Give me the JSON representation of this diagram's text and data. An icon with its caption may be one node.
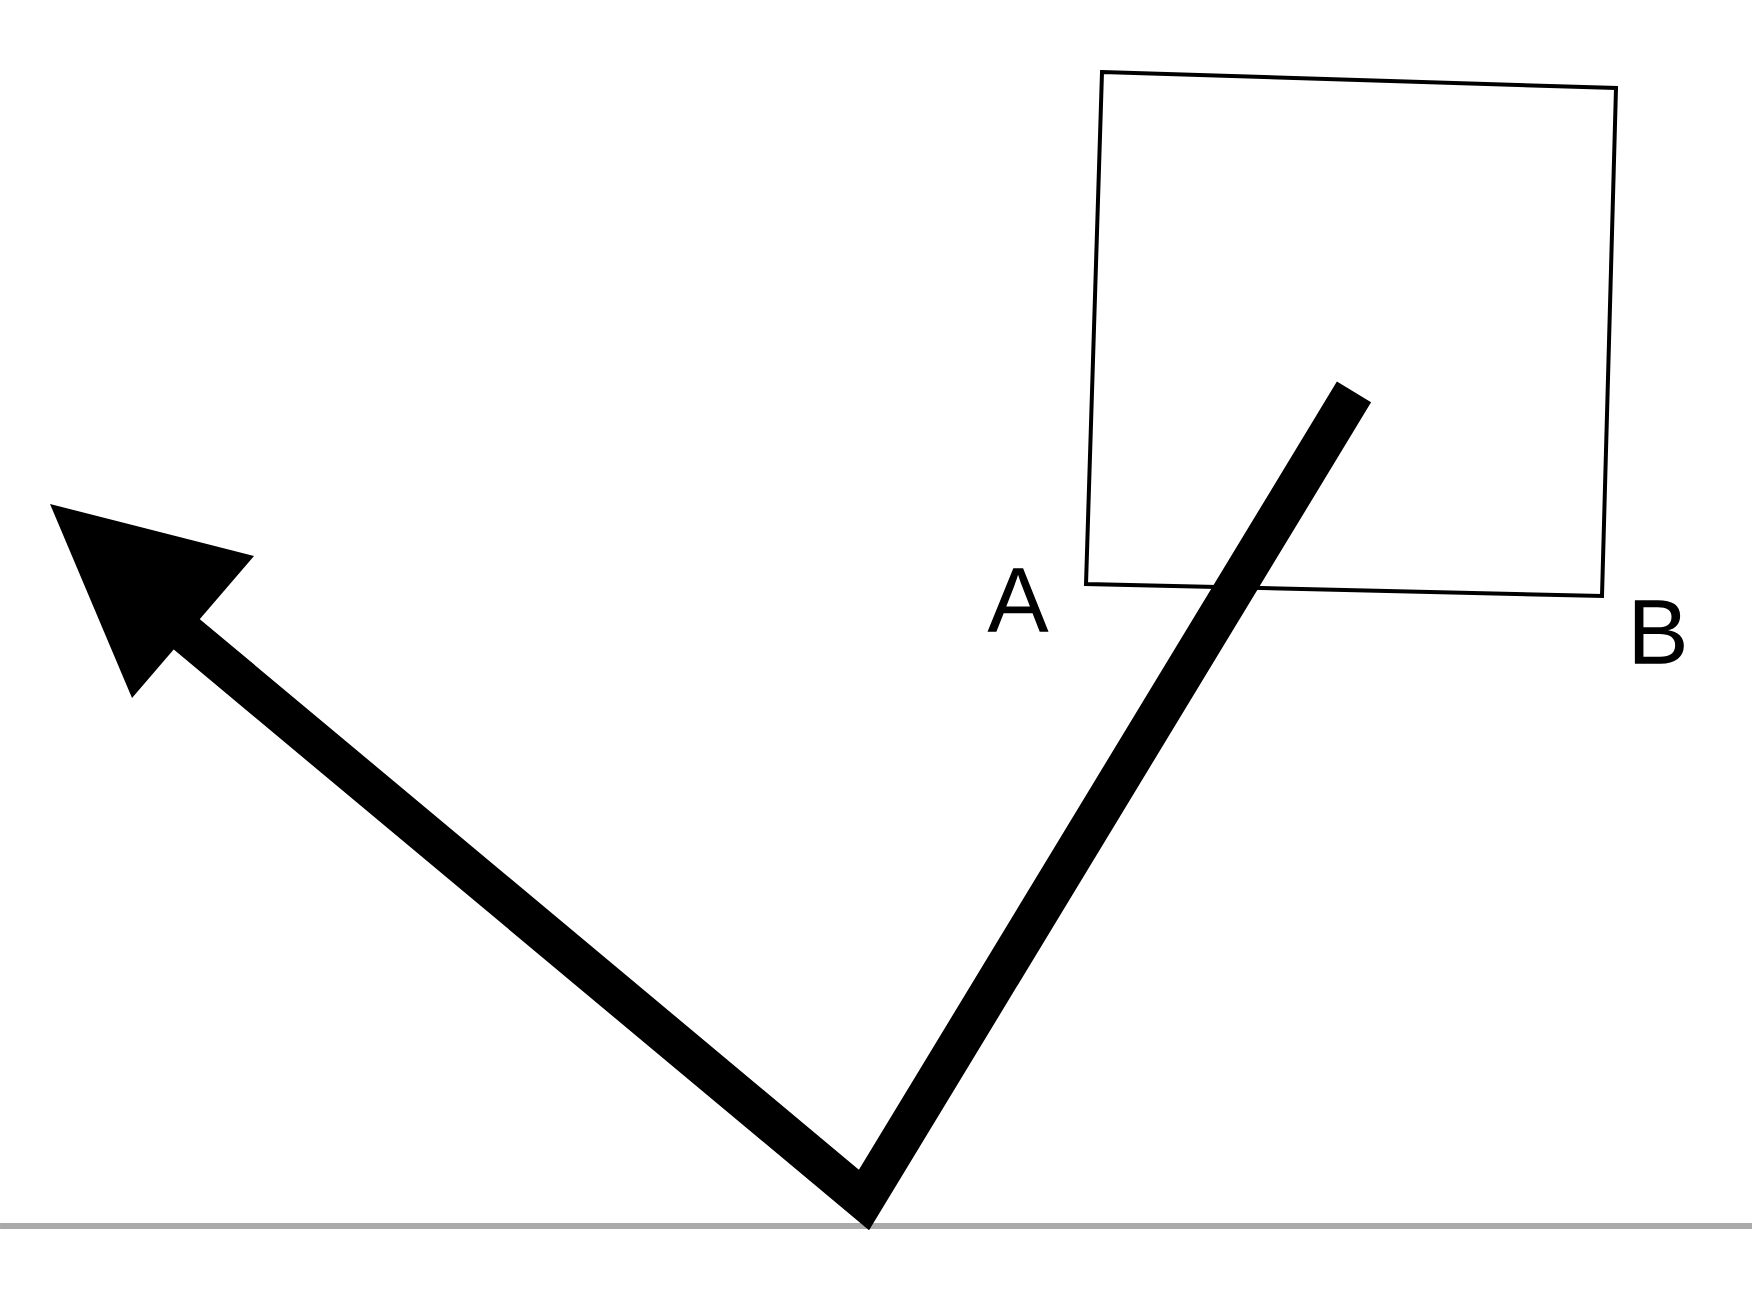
{
  "diagram": {
    "nodes": [
      {
        "text": [],
        "shape": "box"
      }
    ],
    "labels": [
      "A",
      "B"
    ]
  }
}
